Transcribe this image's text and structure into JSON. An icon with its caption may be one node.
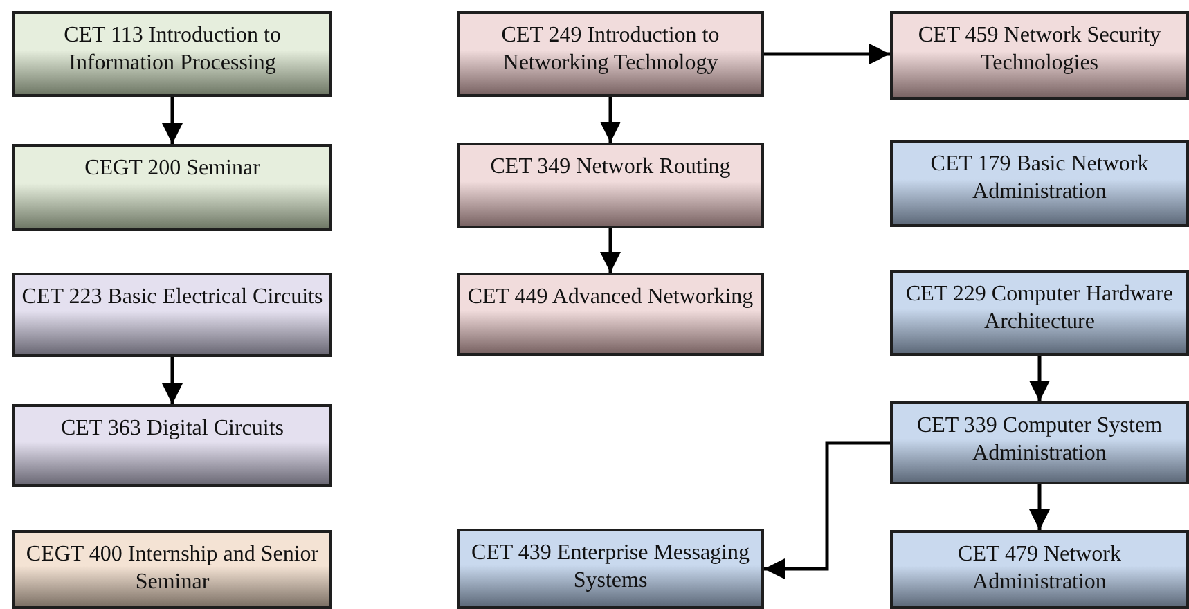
{
  "diagram": {
    "nodes": [
      {
        "text": [
          "CET 113 Introduction to Information Processing"
        ]
      },
      {
        "text": [
          "CET 249 Introduction to Networking Technology"
        ]
      },
      {
        "text": [
          "CET 459 Network Security Technologies"
        ]
      },
      {
        "text": [
          "CEGT 200 Seminar"
        ]
      },
      {
        "text": [
          "CET 349 Network Routing"
        ]
      },
      {
        "text": [
          "CET 179 Basic Network Administration"
        ]
      },
      {
        "text": [
          "CET 223 Basic Electrical Circuits"
        ]
      },
      {
        "text": [
          "CET 449 Advanced Networking"
        ]
      },
      {
        "text": [
          "CET 229 Computer Hardware Architecture"
        ]
      },
      {
        "text": [
          "CET 363 Digital Circuits"
        ]
      },
      {
        "text": [
          "CET 339 Computer System Administration"
        ]
      },
      {
        "text": [
          "CEGT 400 Internship and Senior Seminar"
        ]
      },
      {
        "text": [
          "CET 439 Enterprise Messaging Systems"
        ]
      },
      {
        "text": [
          "CET 479 Network Administration"
        ]
      }
    ],
    "edges": [
      {
        "from": 0,
        "to": 3,
        "arrow": "to"
      },
      {
        "from": 1,
        "to": 4,
        "arrow": "to"
      },
      {
        "from": 1,
        "to": 2,
        "arrow": "to"
      },
      {
        "from": 4,
        "to": 7,
        "arrow": "to"
      },
      {
        "from": 6,
        "to": 9,
        "arrow": "to"
      },
      {
        "from": 8,
        "to": 10,
        "arrow": "to"
      },
      {
        "from": 10,
        "to": 13,
        "arrow": "to"
      },
      {
        "from": 10,
        "to": 12,
        "arrow": "to"
      }
    ]
  }
}
